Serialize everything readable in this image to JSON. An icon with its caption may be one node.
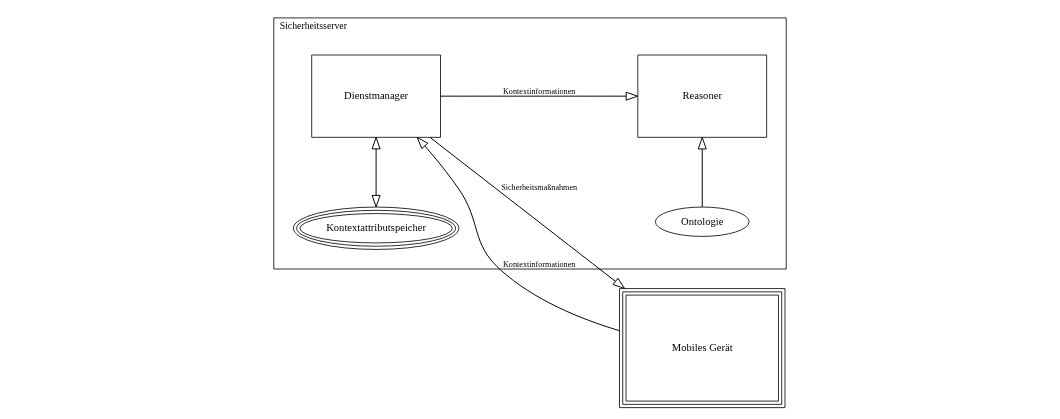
{
  "diagram": {
    "nodes": [
      {
        "text": [
          "Sicherheitsserver"
        ]
      },
      {
        "text": [
          "Kontextattributspeicher"
        ],
        "in": 0
      },
      {
        "text": [
          "Ontologie"
        ],
        "in": 0
      },
      {
        "text": [
          "Dienstmanager"
        ],
        "in": 0
      },
      {
        "text": [
          "Reasoner"
        ],
        "in": 0
      },
      {
        "text": [
          "Mobiles Gerät"
        ]
      }
    ],
    "edges": [
      {
        "from": 1,
        "to": 3,
        "arrow": "both"
      },
      {
        "from": 2,
        "to": 4,
        "arrow": "to"
      },
      {
        "from": 3,
        "to": 5,
        "arrow": "to",
        "label": "Sicherheitsmaßnahmen"
      },
      {
        "from": 5,
        "to": 3,
        "arrow": "to",
        "label": "Kontextinformationen"
      },
      {
        "from": 3,
        "to": 4,
        "arrow": "to",
        "label": "Kontextinformationen"
      }
    ]
  }
}
